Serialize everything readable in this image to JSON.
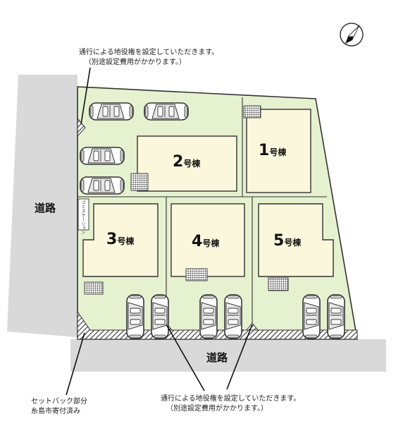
{
  "notes": {
    "top_line1": "通行による地役権を設定していただきます。",
    "top_line2": "（別途設定費用がかかります。）",
    "bottom_line1": "通行による地役権を設定していただきます。",
    "bottom_line2": "（別途設定費用がかかります。）",
    "setback_line1": "セットバック部分",
    "setback_line2": "糸島市寄付済み"
  },
  "roads": {
    "west": "道路",
    "south": "道路"
  },
  "houses": [
    {
      "num": "1",
      "suffix": "号棟"
    },
    {
      "num": "2",
      "suffix": "号棟"
    },
    {
      "num": "3",
      "suffix": "号棟"
    },
    {
      "num": "4",
      "suffix": "号棟"
    },
    {
      "num": "5",
      "suffix": "号棟"
    }
  ],
  "station_tag": "ゴミステーション",
  "colors": {
    "lot_fill": "#e6f1cf",
    "house_fill": "#fbf7dc",
    "road_fill": "#d9d9d9",
    "outline": "#333333"
  },
  "icons": {
    "compass": "north-compass-icon",
    "car": "car-icon",
    "meter": "grid-block-icon"
  }
}
